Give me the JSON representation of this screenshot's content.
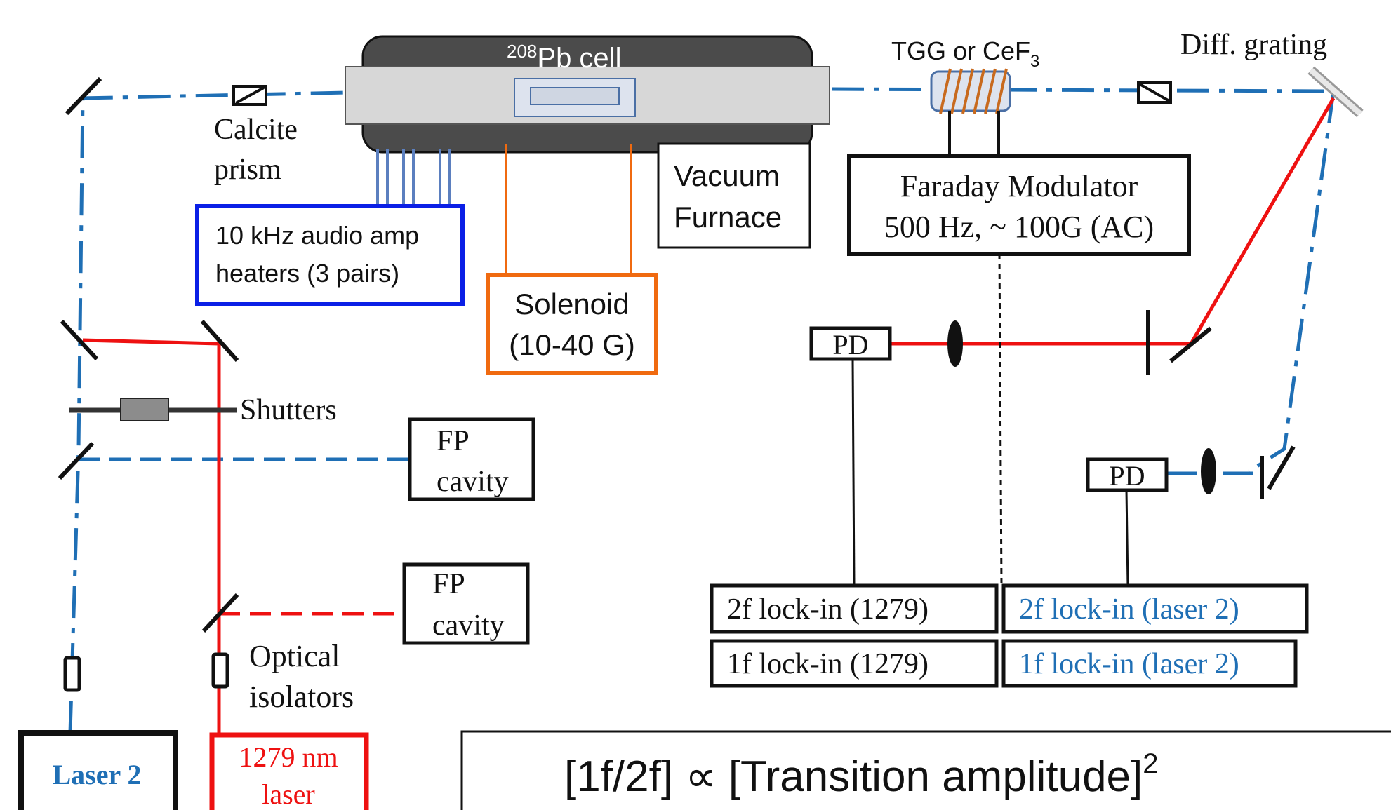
{
  "colors": {
    "laser2_beam": "#1f6fb5",
    "laser1279_beam": "#ee1111",
    "heater_box": "#0a1fe6",
    "solenoid_box": "#f06a10",
    "heater_wire": "#5b7fbf",
    "cell_dark": "#4b4b4b",
    "cell_light": "#d7d7d7",
    "coil": "#c86a1e",
    "laser2_text": "#1f6fb5"
  },
  "cell": {
    "title_sup": "208",
    "title_main": "Pb cell"
  },
  "labels": {
    "calcite_l1": "Calcite",
    "calcite_l2": "prism",
    "tgg_main": "TGG or CeF",
    "tgg_sub": "3",
    "diff_grating": "Diff. grating",
    "shutters": "Shutters",
    "optical_isolators_l1": "Optical",
    "optical_isolators_l2": "isolators"
  },
  "boxes": {
    "heaters_l1": "10 kHz audio amp",
    "heaters_l2": "heaters (3 pairs)",
    "solenoid_l1": "Solenoid",
    "solenoid_l2": "(10-40 G)",
    "furnace_l1": "Vacuum",
    "furnace_l2": "Furnace",
    "faraday_l1": "Faraday Modulator",
    "faraday_l2": "500 Hz, ~ 100G (AC)",
    "fp1_l1": "FP",
    "fp1_l2": "cavity",
    "fp2_l1": "FP",
    "fp2_l2": "cavity",
    "pd1": "PD",
    "pd2": "PD",
    "lockin_2f_1279": "2f lock-in (1279)",
    "lockin_1f_1279": "1f lock-in (1279)",
    "lockin_2f_laser2": "2f lock-in (laser 2)",
    "lockin_1f_laser2": "1f lock-in (laser 2)",
    "laser2": "Laser 2",
    "laser1279_l1": "1279 nm",
    "laser1279_l2": "laser"
  },
  "formula": {
    "text": "[1f/2f] ∝ [Transition amplitude]",
    "sup": "2"
  }
}
